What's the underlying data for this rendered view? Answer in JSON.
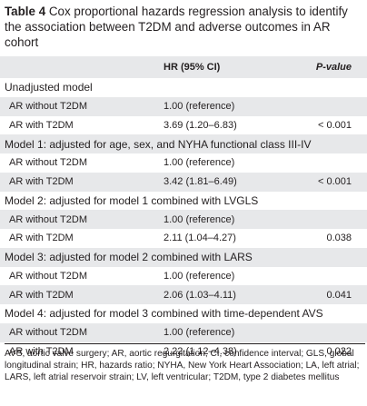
{
  "caption": {
    "label": "Table 4",
    "text": "Cox proportional hazards regression analysis to identify the association between T2DM and adverse outcomes in AR cohort"
  },
  "header": {
    "col1": "",
    "col2": "HR (95% CI)",
    "col3": "P-value"
  },
  "rows": [
    {
      "kind": "section",
      "text": "Unadjusted model"
    },
    {
      "kind": "data",
      "label": "AR without T2DM",
      "hr": "1.00 (reference)",
      "p": ""
    },
    {
      "kind": "data",
      "label": "AR with T2DM",
      "hr": "3.69 (1.20–6.83)",
      "p": "< 0.001"
    },
    {
      "kind": "section",
      "text": "Model 1: adjusted for age, sex, and NYHA functional class III-IV"
    },
    {
      "kind": "data",
      "label": "AR without T2DM",
      "hr": "1.00 (reference)",
      "p": ""
    },
    {
      "kind": "data",
      "label": "AR with T2DM",
      "hr": "3.42 (1.81–6.49)",
      "p": "< 0.001"
    },
    {
      "kind": "section",
      "text": "Model 2: adjusted for model 1 combined with LVGLS"
    },
    {
      "kind": "data",
      "label": "AR without T2DM",
      "hr": "1.00 (reference)",
      "p": ""
    },
    {
      "kind": "data",
      "label": "AR with T2DM",
      "hr": "2.11 (1.04–4.27)",
      "p": "0.038"
    },
    {
      "kind": "section",
      "text": "Model 3: adjusted for model 2 combined with LARS"
    },
    {
      "kind": "data",
      "label": "AR without T2DM",
      "hr": "1.00 (reference)",
      "p": ""
    },
    {
      "kind": "data",
      "label": "AR with T2DM",
      "hr": "2.06 (1.03–4.11)",
      "p": "0.041"
    },
    {
      "kind": "section",
      "text": "Model 4: adjusted for model 3 combined with time-dependent AVS"
    },
    {
      "kind": "data",
      "label": "AR without T2DM",
      "hr": "1.00 (reference)",
      "p": ""
    },
    {
      "kind": "data",
      "label": "AR with T2DM",
      "hr": "2.22 (1.12–4.38)",
      "p": "0.022"
    }
  ],
  "footnote": "AVS, aortic valve surgery; AR, aortic regurgitation; CI, confidence interval; GLS, global longitudinal strain; HR, hazards ratio; NYHA, New York Heart Association; LA, left atrial; LARS, left atrial reservoir strain; LV, left ventricular; T2DM, type 2 diabetes mellitus",
  "colors": {
    "band": "#e7e8ea",
    "text": "#231f20"
  }
}
